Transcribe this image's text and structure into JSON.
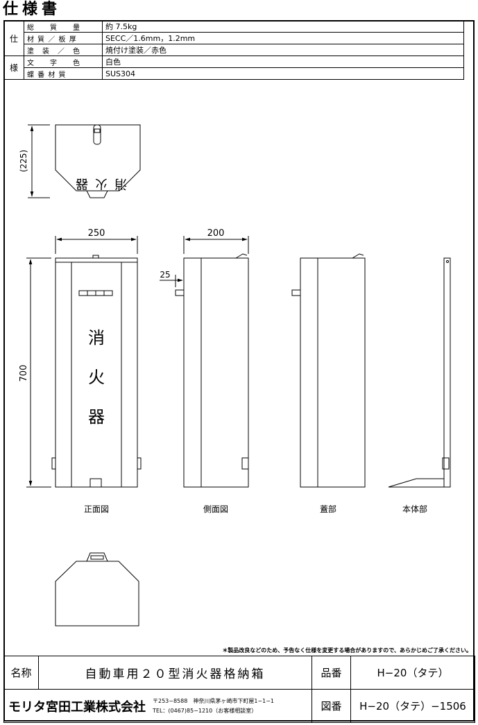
{
  "page_title": "仕様書",
  "spec": {
    "side_label_top": "仕",
    "side_label_bottom": "様",
    "rows": [
      {
        "key": "総　　質　　量",
        "value": "約 7.5kg"
      },
      {
        "key": "材 質 ／ 板 厚",
        "value": "SECC／1.6mm，1.2mm"
      },
      {
        "key": "塗　装　／　色",
        "value": "焼付け塗装／赤色"
      },
      {
        "key": "文　　字　　色",
        "value": "白色"
      },
      {
        "key": "蝶 番 材 質",
        "value": "SUS304"
      }
    ]
  },
  "dimensions": {
    "top_height": "(225)",
    "width": "250",
    "depth": "200",
    "offset": "25",
    "height": "700"
  },
  "box_chars": [
    "消",
    "火",
    "器"
  ],
  "top_mirror_text": "消火器",
  "view_labels": {
    "front": "正面図",
    "side": "側面図",
    "lid": "蓋部",
    "body": "本体部"
  },
  "note": "＊製品改良などのため、予告なく仕様を変更する場合がありますので、あらかじめご了承ください。",
  "title_block": {
    "name_label": "名称",
    "name_value": "自動車用２０型消火器格納箱",
    "part_label": "品番",
    "part_value": "H−20（タテ）",
    "company": "モリタ宮田工業株式会社",
    "address": "〒253−8588　神奈川県茅ヶ崎市下町屋1−1−1",
    "tel": "TEL：(0467)85−1210（お客様相談室）",
    "drawing_label": "図番",
    "drawing_value": "H−20（タテ）−1506"
  }
}
